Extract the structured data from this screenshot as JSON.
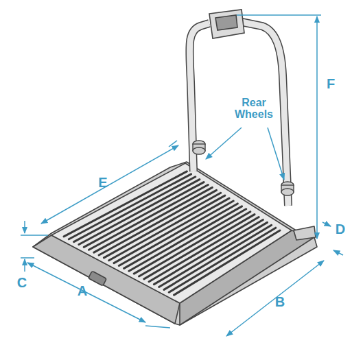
{
  "diagram": {
    "labels": [
      "F",
      "Rear Wheels",
      "E",
      "D",
      "C",
      "A",
      "B"
    ]
  }
}
